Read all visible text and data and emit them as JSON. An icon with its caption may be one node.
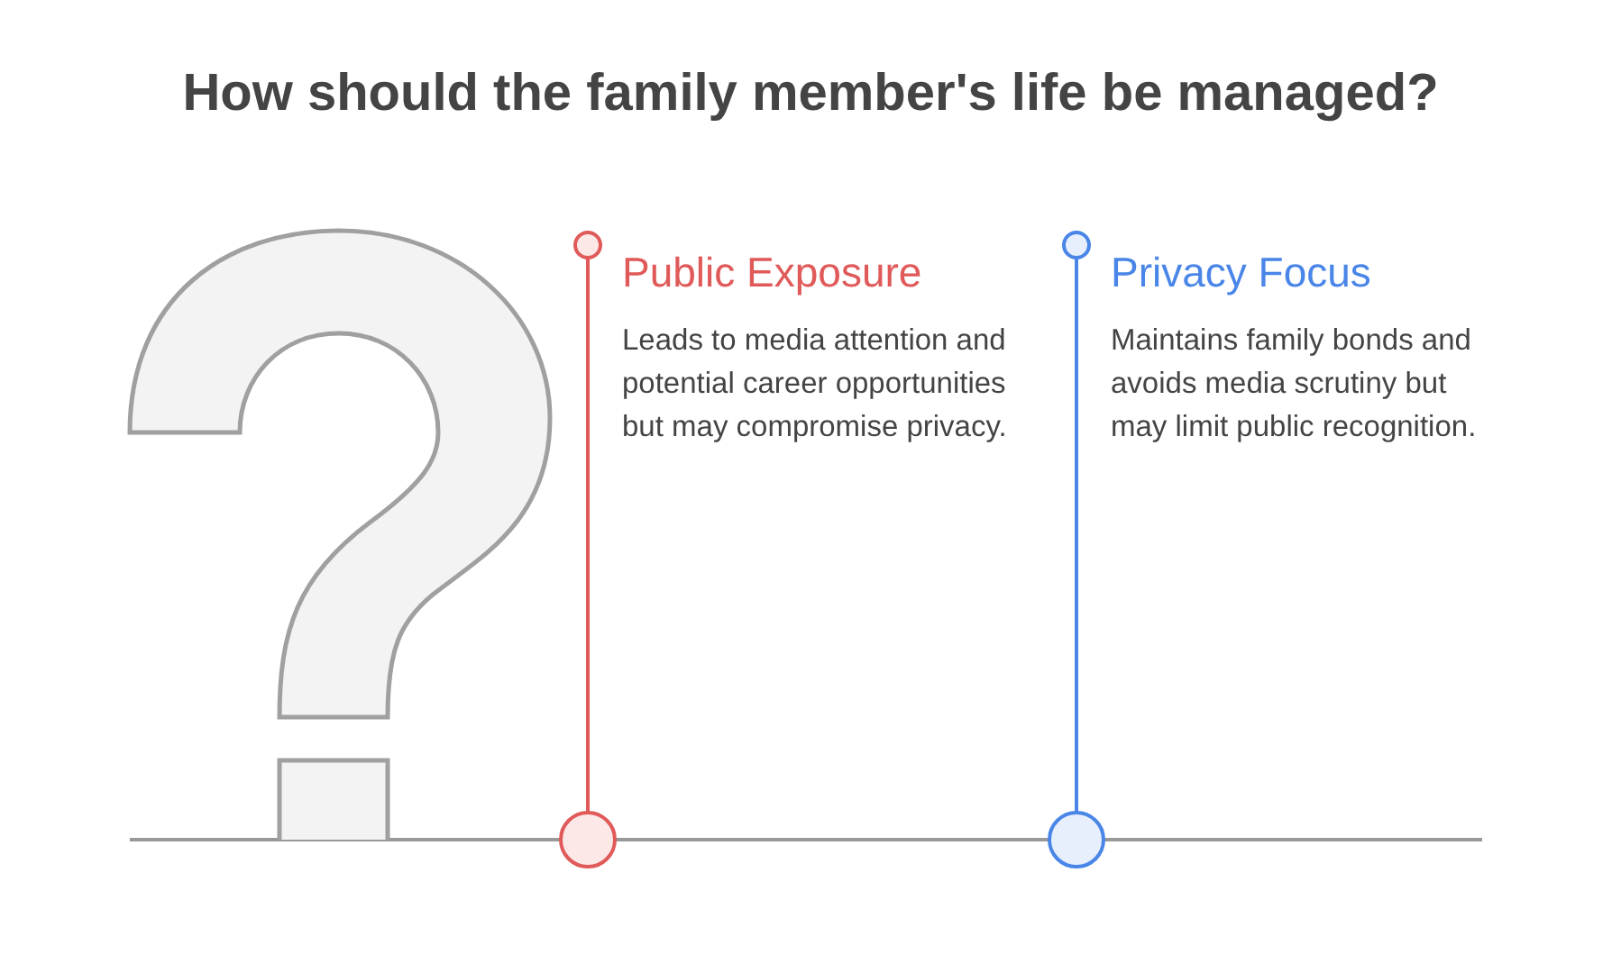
{
  "diagram": {
    "title": "How should the family member's life be managed?",
    "nodes": [
      {
        "text": [
          "Public Exposure",
          "Leads to media attention and potential career opportunities but may compromise privacy."
        ]
      },
      {
        "text": [
          "Privacy Focus",
          "Maintains family bonds and avoids media scrutiny but may limit public recognition."
        ]
      }
    ]
  }
}
